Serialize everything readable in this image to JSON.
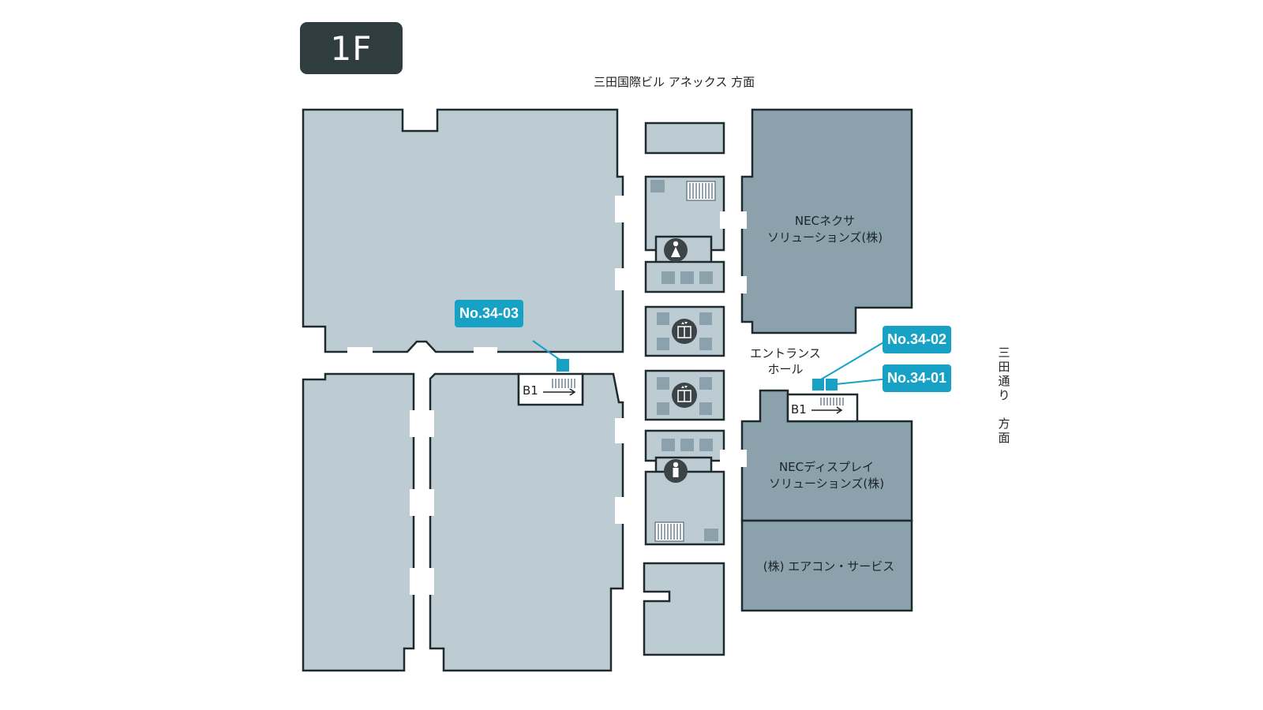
{
  "floor": "1F",
  "direction_top": "三田国際ビル アネックス 方面",
  "direction_right": [
    "三",
    "田",
    "通",
    "り",
    "",
    "方",
    "面"
  ],
  "tenants": {
    "nexsa": [
      "NECネクサ",
      "ソリューションズ(株)"
    ],
    "display": [
      "NECディスプレイ",
      "ソリューションズ(株)"
    ],
    "aircon": [
      "(株) エアコン・サービス"
    ]
  },
  "entrance_hall": [
    "エントランス",
    "ホール"
  ],
  "stairs_label": "B1",
  "stairs_label_2": "B1",
  "markers": {
    "m1": "No.34-01",
    "m2": "No.34-02",
    "m3": "No.34-03"
  },
  "icons": [
    "restroom-female-icon",
    "elevator-icon",
    "elevator-icon",
    "restroom-male-icon"
  ],
  "colors": {
    "room_light": "#bdcbd3",
    "room_dark": "#8ba1ab",
    "wall": "#1e2a2e",
    "marker": "#17a2c5",
    "badge": "#2f3c40"
  }
}
